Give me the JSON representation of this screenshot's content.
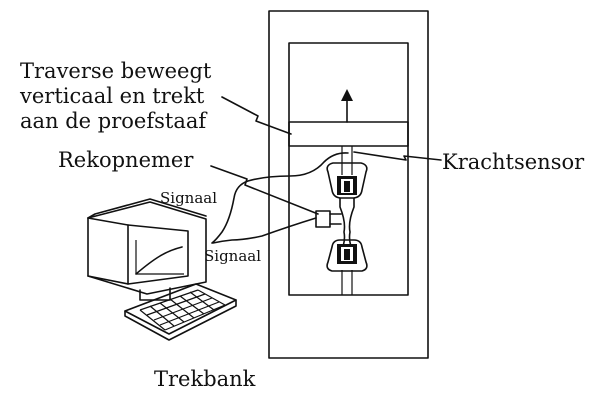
{
  "labels": {
    "traverse_line1": "Traverse beweegt",
    "traverse_line2": "verticaal en trekt",
    "traverse_line3": "aan de proefstaaf",
    "rekopnemer": "Rekopnemer",
    "krachtsensor": "Krachtsensor",
    "signaal_top": "Signaal",
    "signaal_bottom": "Signaal",
    "trekbank": "Trekbank"
  },
  "colors": {
    "ink": "#111111",
    "background": "#ffffff"
  },
  "icons": [
    "computer-monitor-icon",
    "keyboard-icon",
    "up-arrow-icon"
  ]
}
